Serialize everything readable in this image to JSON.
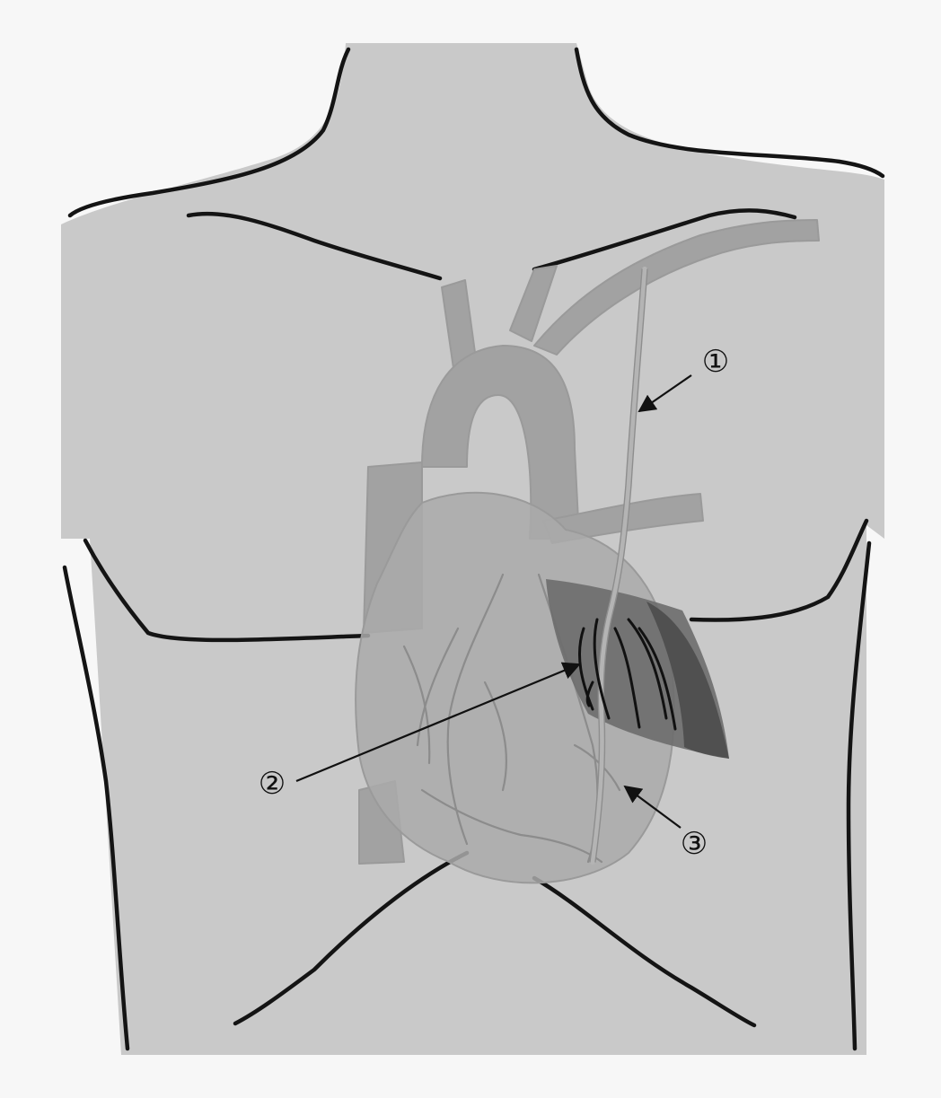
{
  "diagram": {
    "colors": {
      "background": "#f7f7f7",
      "torso_fill": "#c9c9c9",
      "outline": "#141414",
      "heart_fill": "#a7a7a7",
      "vessel_fill": "#9f9f9f",
      "highlight_region": "#6d6d6d",
      "highlight_dark": "#4a4a4a"
    },
    "callouts": [
      {
        "id": "1",
        "label": "①"
      },
      {
        "id": "2",
        "label": "②"
      },
      {
        "id": "3",
        "label": "③"
      }
    ]
  }
}
